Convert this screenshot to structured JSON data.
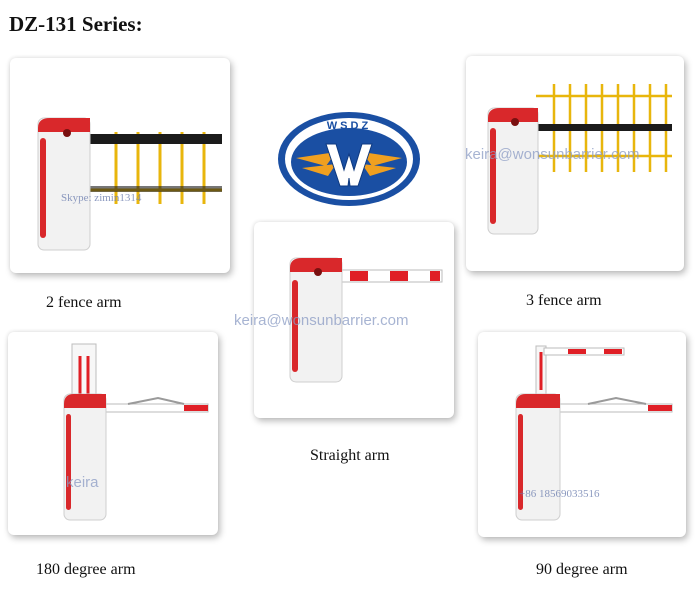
{
  "page": {
    "title": "DZ-131 Series:"
  },
  "logo": {
    "text": "WSDZ"
  },
  "products": [
    {
      "caption": "2 fence arm",
      "watermark": "Skype: zimin1314"
    },
    {
      "caption": "3 fence arm",
      "watermark": "keira@wonsunbarrier.com"
    },
    {
      "caption": "Straight arm",
      "watermark": "keira@wonsunbarrier.com"
    },
    {
      "caption": "180 degree arm",
      "watermark": "keira"
    },
    {
      "caption": "90 degree arm",
      "watermark": "+86 18569033516"
    }
  ],
  "colors": {
    "cabinet": "#f2f2f2",
    "cap": "#d9282b",
    "boom_red": "#e01f26",
    "fence_yellow": "#f2c414",
    "logo_blue": "#1a4fa3",
    "logo_gold": "#f0a020"
  }
}
